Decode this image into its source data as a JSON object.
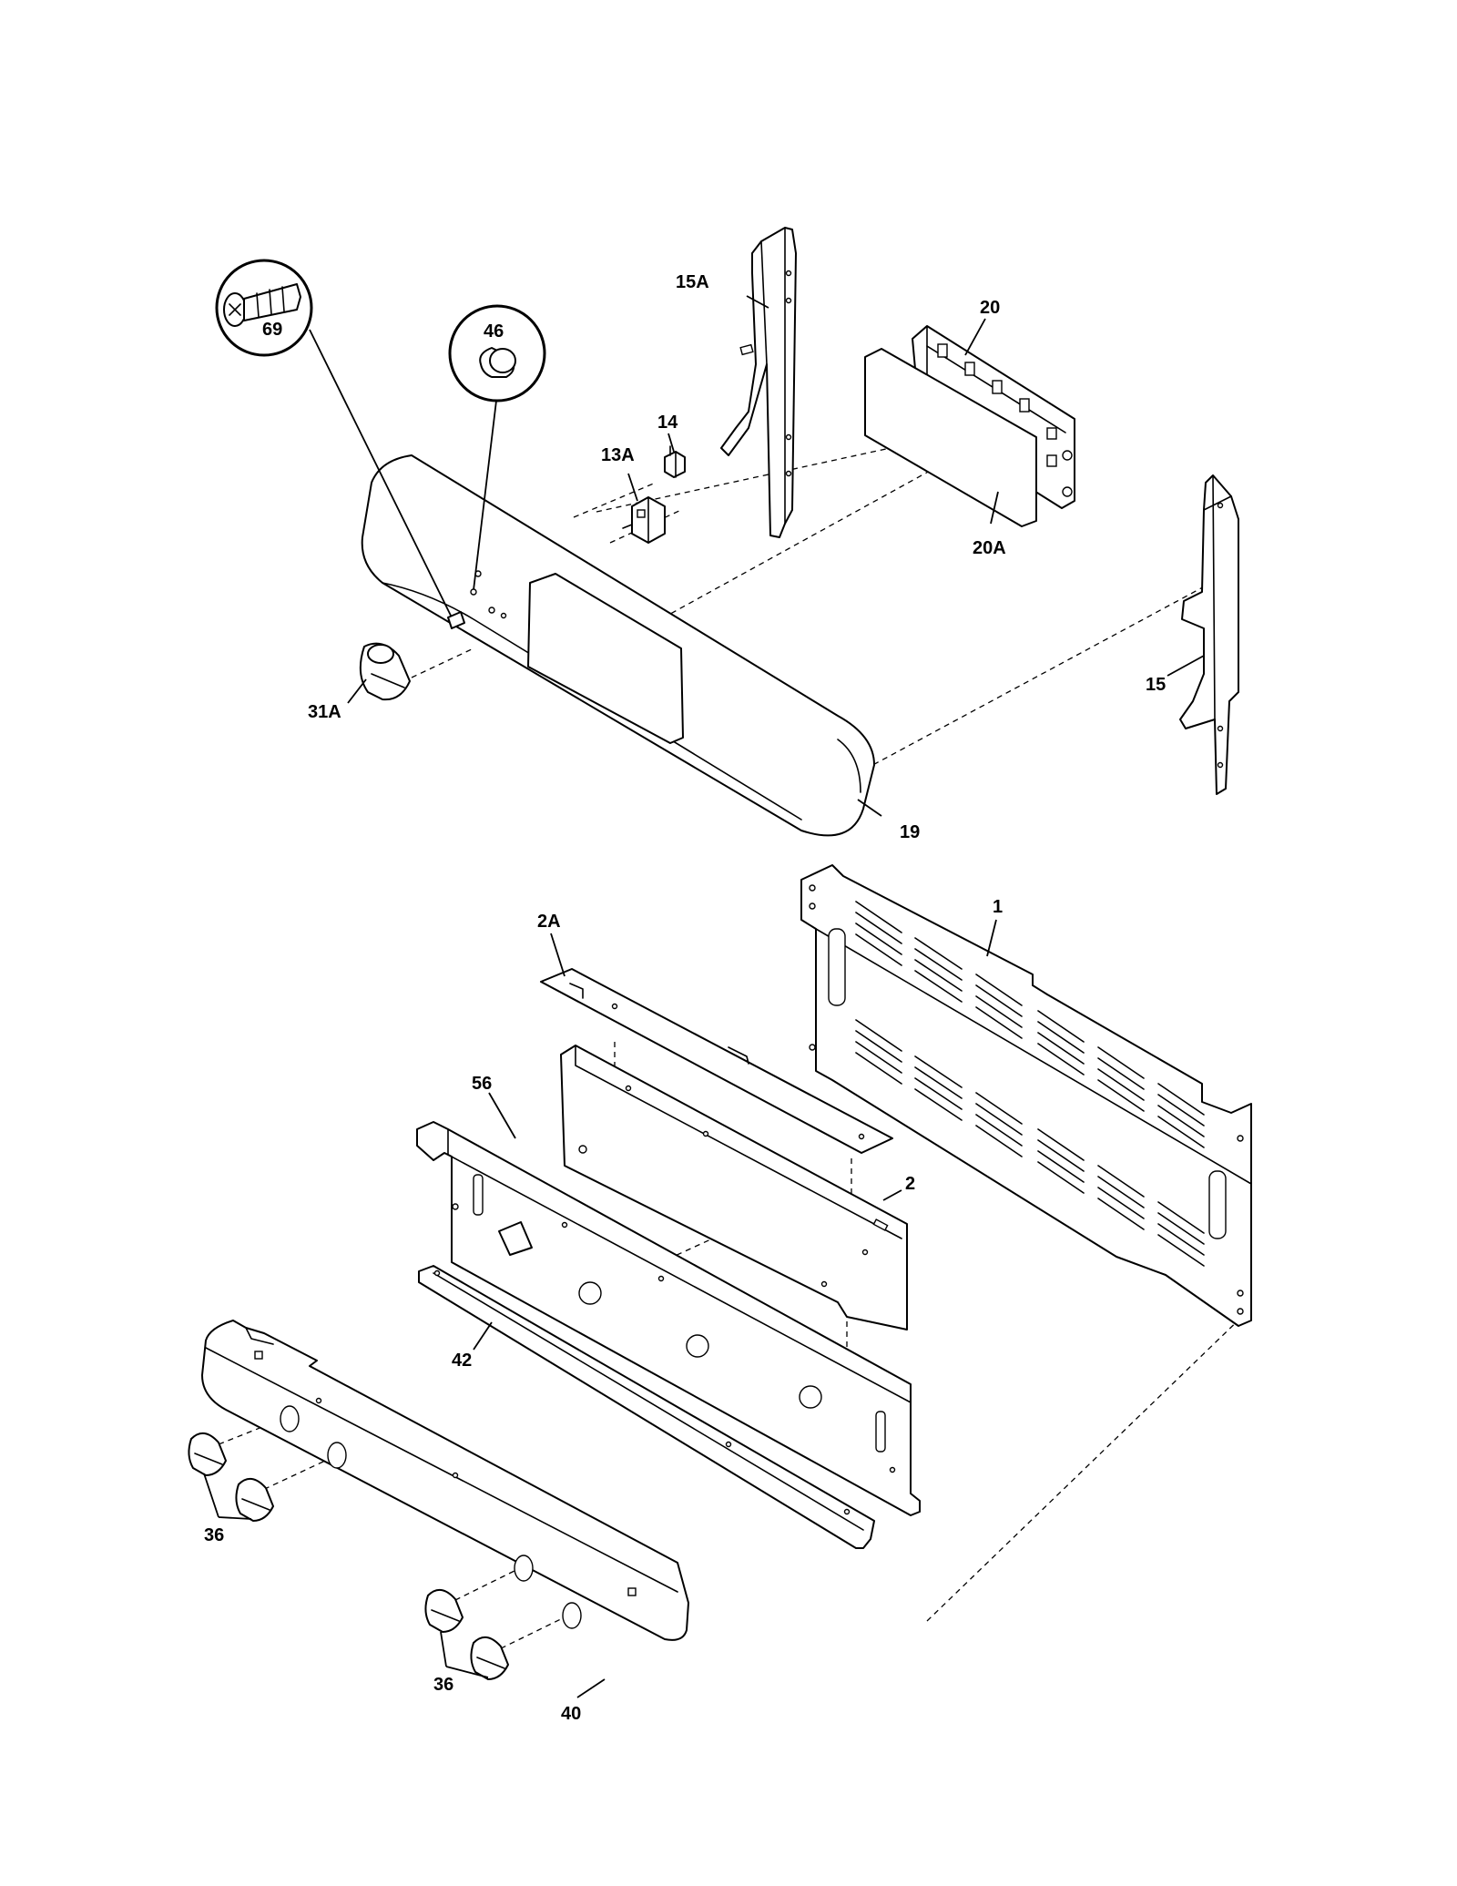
{
  "diagram": {
    "callouts": {
      "c1": "1",
      "c2": "2",
      "c2A": "2A",
      "c13A": "13A",
      "c14": "14",
      "c15": "15",
      "c15A": "15A",
      "c19": "19",
      "c20": "20",
      "c20A": "20A",
      "c31A": "31A",
      "c36a": "36",
      "c36b": "36",
      "c40": "40",
      "c42": "42",
      "c46": "46",
      "c56": "56",
      "c69": "69"
    }
  }
}
